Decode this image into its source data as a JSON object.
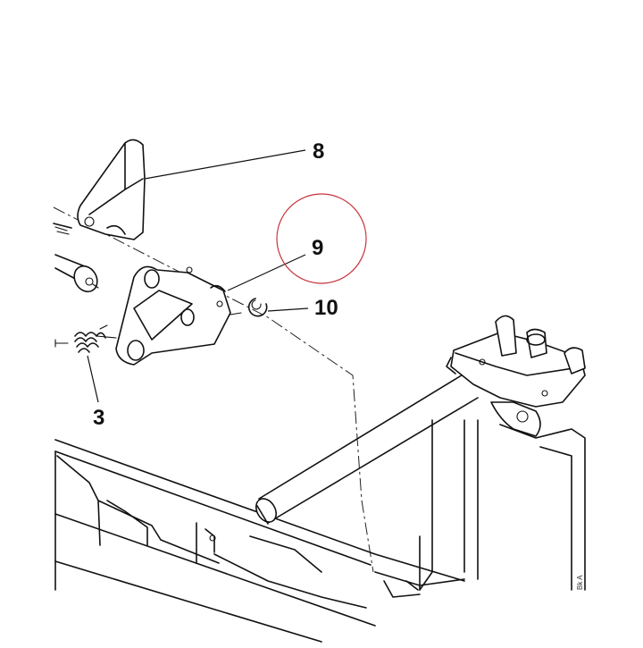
{
  "callouts": [
    {
      "id": "8",
      "label": "8"
    },
    {
      "id": "9",
      "label": "9"
    },
    {
      "id": "10",
      "label": "10"
    },
    {
      "id": "3",
      "label": "3"
    }
  ],
  "highlight": {
    "target": "9",
    "color": "#c8323c"
  },
  "corner_ref": "Bk A"
}
